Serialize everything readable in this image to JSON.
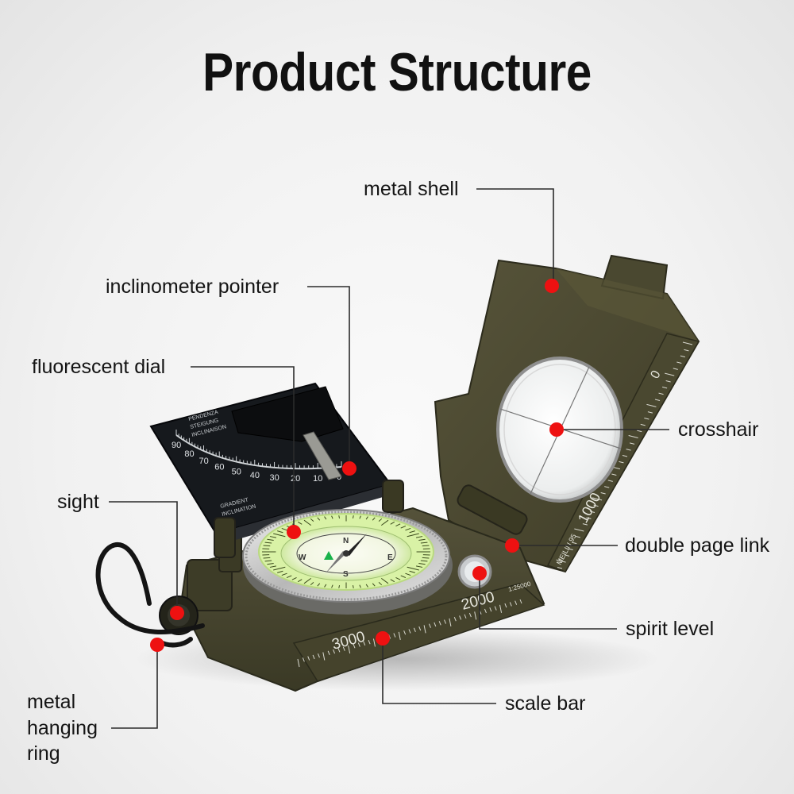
{
  "title": "Product Structure",
  "callouts": {
    "metal_shell": "metal shell",
    "inclinometer_pointer": "inclinometer pointer",
    "fluorescent_dial": "fluorescent dial",
    "sight": "sight",
    "crosshair": "crosshair",
    "double_page_link": "double page link",
    "spirit_level": "spirit level",
    "scale_bar": "scale bar",
    "metal_hanging_ring": [
      "metal",
      "hanging",
      "ring"
    ]
  },
  "scale_labels": {
    "base_3000": "3000",
    "base_2000": "2000",
    "ratio": "1:25000",
    "lid_0": "0",
    "lid_1000": "1000",
    "lid_mark": "MEILIN 95"
  },
  "inclinometer_labels": {
    "numbers": [
      "90",
      "80",
      "70",
      "60",
      "50",
      "40",
      "30",
      "20",
      "10",
      "0"
    ],
    "header": [
      "PENDENZA",
      "STEIGUNG",
      "INCLINAISON"
    ],
    "footer": [
      "GRADIENT",
      "INCLINATION"
    ]
  },
  "compass_labels": [
    "N",
    "E",
    "S",
    "W"
  ],
  "colors": {
    "marker": "#ee1111",
    "line": "#2b2b2b",
    "olive_dark": "#3b3a26",
    "olive": "#4d4a30",
    "olive_light": "#5d5a3a",
    "plate": "#16191d",
    "lume": "#d9f2a6"
  }
}
